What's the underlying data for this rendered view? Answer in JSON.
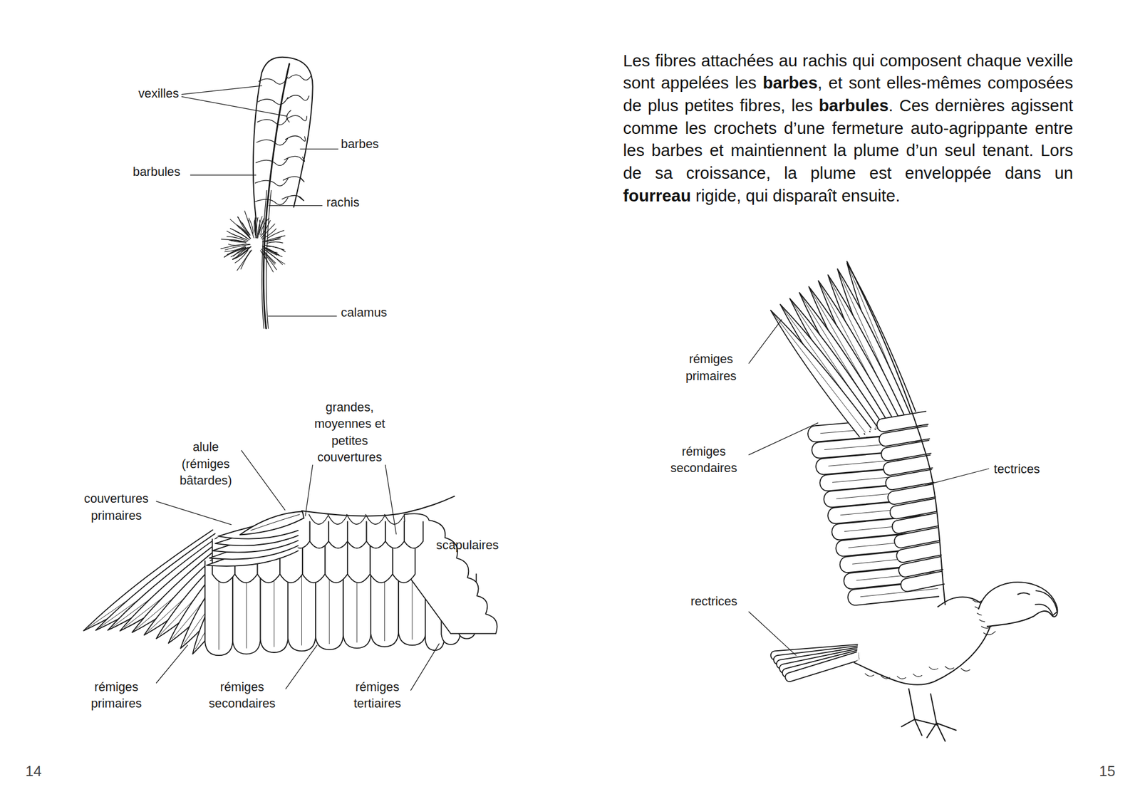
{
  "diagram": {
    "labels": [
      "vexilles",
      "barbes",
      "barbules",
      "rachis",
      "calamus",
      "alule (rémiges bâtardes)",
      "couvertures primaires",
      "grandes, moyennes et petites couvertures",
      "scapulaires",
      "rémiges primaires",
      "rémiges secondaires",
      "rémiges tertiaires",
      "14",
      "Les fibres attachées au rachis qui composent chaque vexille sont appelées les",
      "barbes",
      ", et sont elles-mêmes composées de plus petites fibres, les",
      "barbules",
      ". Ces dernières agissent comme les crochets d’une fermeture auto-agrippante entre les barbes et maintiennent la plume d’un seul tenant. Lors de sa croissance, la plume est enveloppée dans un",
      "fourreau",
      "rigide, qui disparaît ensuite.",
      "rémiges primaires",
      "rémiges secondaires",
      "tectrices",
      "rectrices",
      "15"
    ]
  }
}
